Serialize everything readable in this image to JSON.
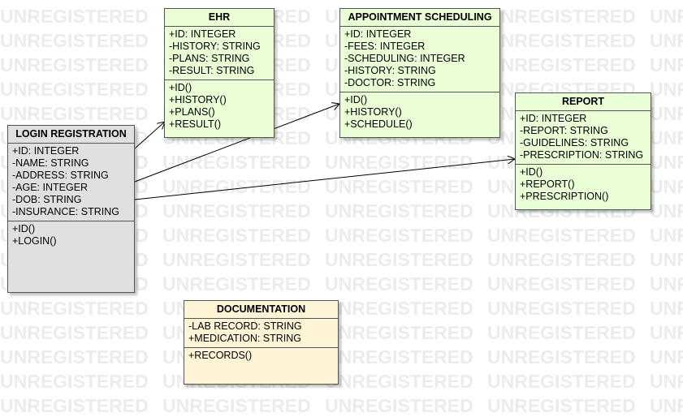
{
  "watermark_text": "UNREGISTERED",
  "colors": {
    "green_class": "#ebffd7",
    "gray_class": "#e0e0e0",
    "yellow_class": "#fff4d5",
    "border": "#555555",
    "watermark": "#ececec"
  },
  "classes": {
    "ehr": {
      "name": "EHR",
      "attributes": [
        "+ID: INTEGER",
        "-HISTORY: STRING",
        "-PLANS: STRING",
        "-RESULT: STRING"
      ],
      "methods": [
        "+ID()",
        "+HISTORY()",
        "+PLANS()",
        "+RESULT()"
      ]
    },
    "appointment": {
      "name": "APPOINTMENT SCHEDULING",
      "attributes": [
        "+ID: INTEGER",
        "-FEES: INTEGER",
        "-SCHEDULING: INTEGER",
        "-HISTORY: STRING",
        "-DOCTOR: STRING"
      ],
      "methods": [
        "+ID()",
        "+HISTORY()",
        "+SCHEDULE()"
      ]
    },
    "report": {
      "name": "REPORT",
      "attributes": [
        "+ID: INTEGER",
        "-REPORT: STRING",
        "-GUIDELINES: STRING",
        "-PRESCRIPTION: STRING"
      ],
      "methods": [
        "+ID()",
        "+REPORT()",
        "+PRESCRIPTION()"
      ]
    },
    "login": {
      "name": "LOGIN REGISTRATION",
      "attributes": [
        "+ID: INTEGER",
        "-NAME: STRING",
        "-ADDRESS: STRING",
        "-AGE: INTEGER",
        "-DOB: STRING",
        "-INSURANCE: STRING"
      ],
      "methods": [
        "+ID()",
        "+LOGIN()"
      ]
    },
    "documentation": {
      "name": "DOCUMENTATION",
      "attributes": [
        "-LAB RECORD: STRING",
        "+MEDICATION: STRING"
      ],
      "methods": [
        "+RECORDS()"
      ]
    }
  },
  "associations": [
    {
      "from": "LOGIN REGISTRATION",
      "to": "EHR"
    },
    {
      "from": "LOGIN REGISTRATION",
      "to": "APPOINTMENT SCHEDULING"
    },
    {
      "from": "LOGIN REGISTRATION",
      "to": "REPORT"
    }
  ]
}
